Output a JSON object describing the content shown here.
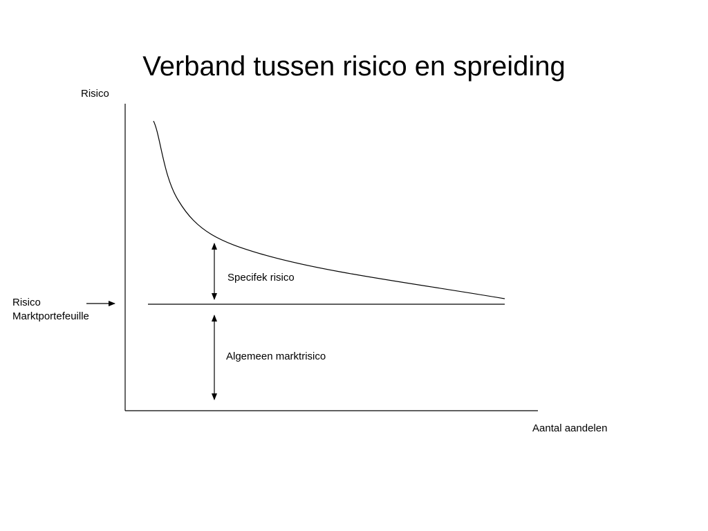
{
  "title": "Verband tussen risico en spreiding",
  "axes": {
    "y_label": "Risico",
    "x_label": "Aantal aandelen"
  },
  "market_portfolio_label": {
    "line1": "Risico",
    "line2": "Marktportefeuille"
  },
  "annotations": {
    "specific_risk": "Specifek risico",
    "market_risk": "Algemeen marktrisico"
  },
  "colors": {
    "line": "#000000",
    "background": "#ffffff"
  }
}
